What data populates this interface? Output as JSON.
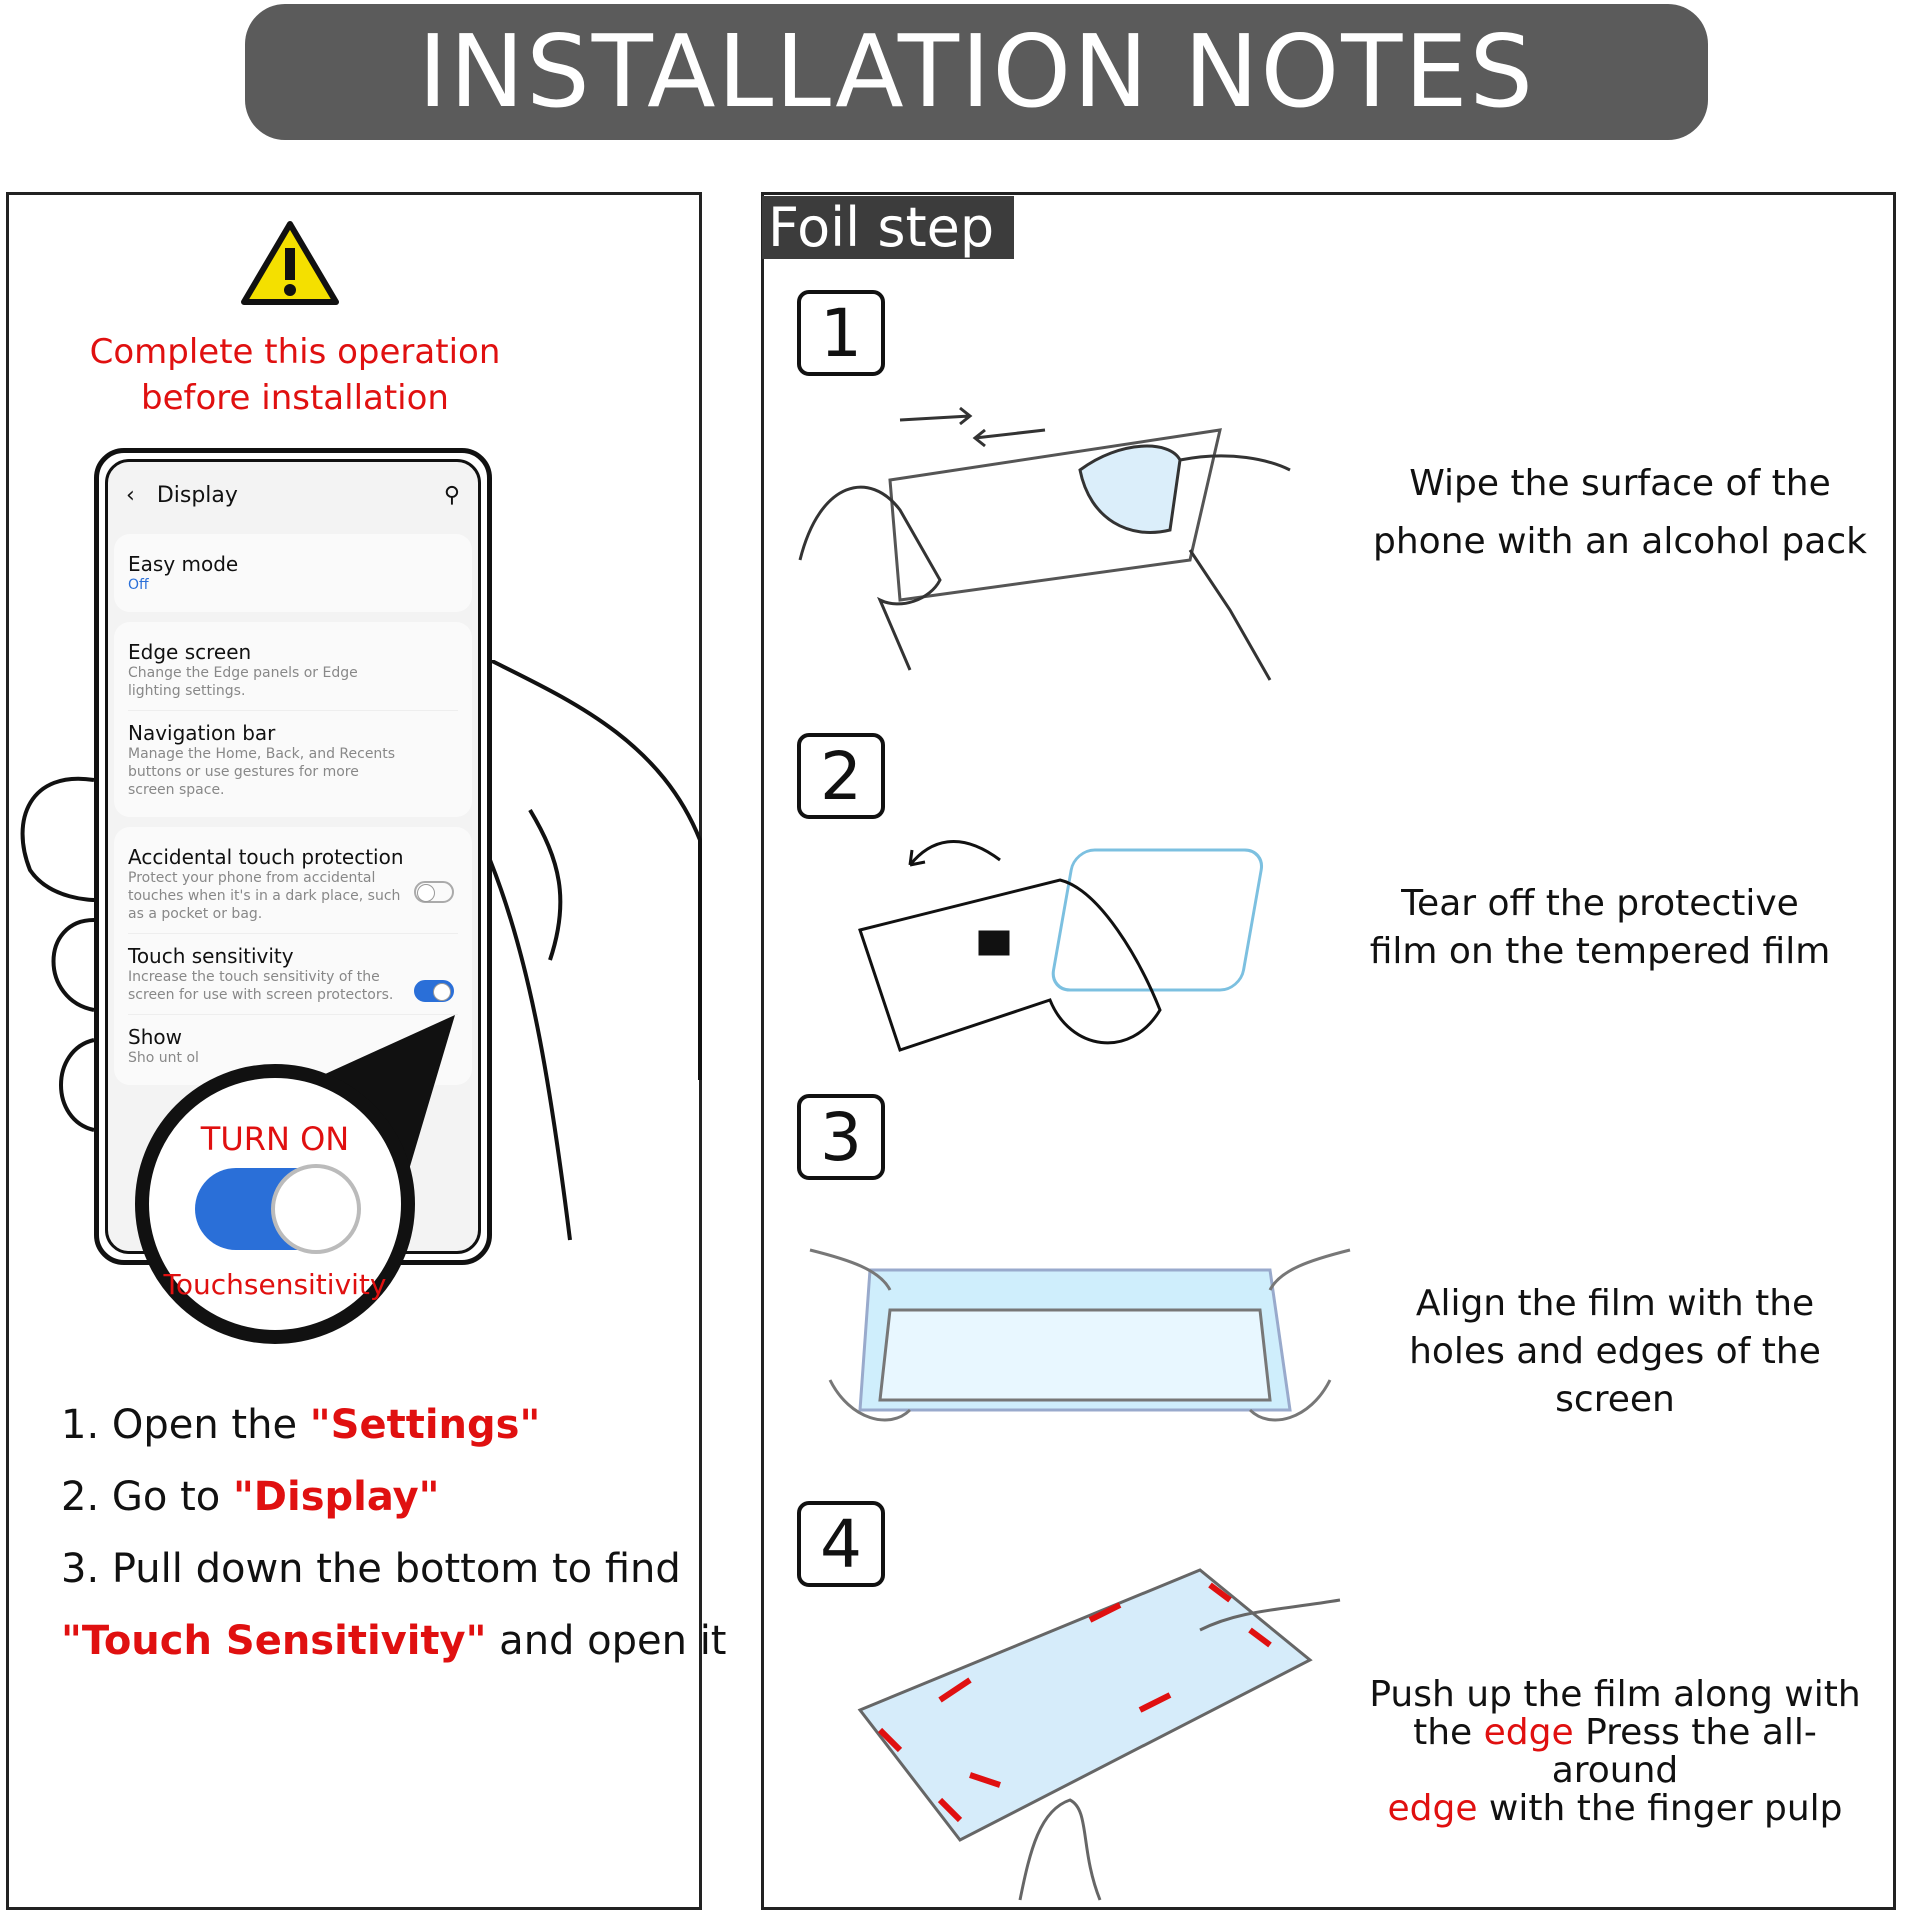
{
  "title": "INSTALLATION NOTES",
  "left": {
    "warning": [
      "Complete this operation",
      "before installation"
    ],
    "phone": {
      "header": "Display",
      "items": [
        {
          "title": "Easy mode",
          "sub": "Off"
        },
        {
          "title": "Edge screen",
          "sub": "Change the Edge panels or Edge lighting settings."
        },
        {
          "title": "Navigation bar",
          "sub": "Manage the Home, Back, and Recents buttons or use gestures for more screen space."
        },
        {
          "title": "Accidental touch protection",
          "sub": "Protect your phone from accidental touches when it's in a dark place, such as a pocket or bag.",
          "toggle": false
        },
        {
          "title": "Touch sensitivity",
          "sub": "Increase the touch sensitivity of the screen for use with screen protectors.",
          "toggle": true
        },
        {
          "title": "Show",
          "sub": "Sho unt ol"
        }
      ]
    },
    "magnifier": {
      "top": "TURN ON",
      "bottom": "Touchsensitivity"
    },
    "steps": [
      {
        "pre": "1. Open the ",
        "em": "\"Settings\"",
        "post": ""
      },
      {
        "pre": "2. Go to ",
        "em": "\"Display\"",
        "post": ""
      },
      {
        "pre": "3. Pull down the bottom to find",
        "em": "",
        "post": ""
      },
      {
        "pre": "",
        "em": "\"Touch Sensitivity\"",
        "post": " and open it"
      }
    ]
  },
  "right": {
    "heading": "Foil step",
    "steps": [
      {
        "num": "1",
        "lines": [
          "Wipe the surface of the",
          "phone with an alcohol pack"
        ]
      },
      {
        "num": "2",
        "lines": [
          "Tear off the protective",
          "film on the tempered film"
        ]
      },
      {
        "num": "3",
        "lines": [
          "Align the film with the",
          "holes and edges of the screen"
        ]
      },
      {
        "num": "4",
        "l1": "Push up the film along with",
        "l2a": "the ",
        "l2b": "edge",
        "l2c": " Press the all-around",
        "l3a": "edge",
        "l3b": " with the finger pulp"
      }
    ]
  },
  "colors": {
    "accent": "#e01010",
    "toggle": "#2a6fd8",
    "banner": "#5b5b5b"
  }
}
